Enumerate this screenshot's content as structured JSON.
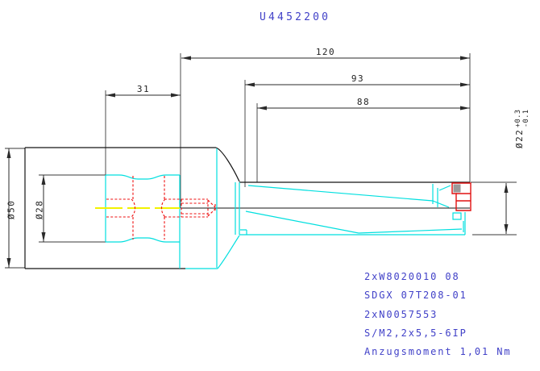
{
  "title": "U4452200",
  "colors": {
    "text_blue": "#4141c8",
    "outline_cyan": "#00dfdf",
    "hidden_red": "#ee1111",
    "insert_red": "#e01010",
    "centerline_yellow": "#f2f200",
    "dimension_dark": "#2a2a2a",
    "outline_black": "#141414"
  },
  "dimensions": {
    "overall_length": "120",
    "body_length": "93",
    "flute_length": "88",
    "shank_length": "31",
    "shank_diameter": "Ø50",
    "coupling_diameter": "Ø28",
    "cut_diameter": "Ø22",
    "cut_diameter_tol_upper": "+0.3",
    "cut_diameter_tol_lower": "-0.1"
  },
  "notes": {
    "lines": [
      "2xW8020010 08",
      "SDGX 07T208-01",
      "2xN0057553",
      "S/M2,2x5,5-6IP",
      "Anzugsmoment 1,01 Nm"
    ]
  }
}
